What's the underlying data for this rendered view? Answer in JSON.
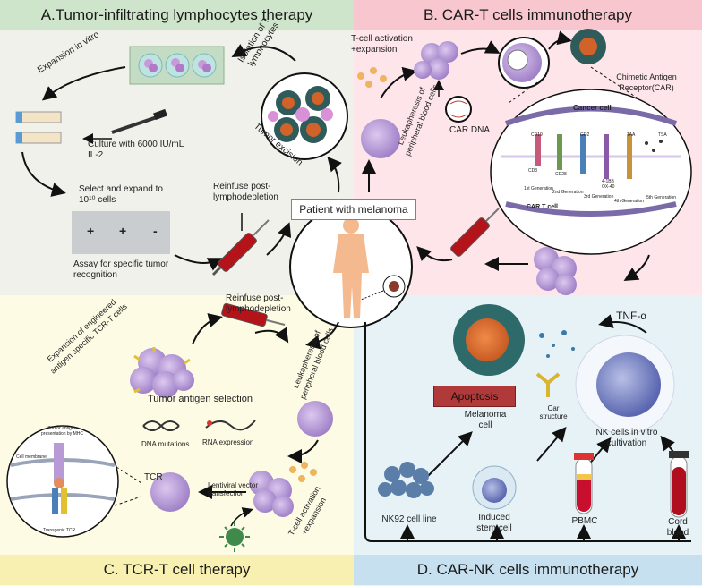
{
  "panels": {
    "a_title": "A.Tumor-infiltrating lymphocytes therapy",
    "b_title": "B. CAR-T cells immunotherapy",
    "c_title": "C. TCR-T cell therapy",
    "d_title": "D. CAR-NK cells immunotherapy"
  },
  "center": {
    "patient": "Patient with melanoma"
  },
  "a": {
    "expansion_in_vitro": "Expansion in vitro",
    "isolation": "Isolation of T-lymphocytes",
    "tumor_excision": "Tumor excision",
    "culture": "Culture with 6000 IU/mL IL-2",
    "select_expand": "Select and expand to 10¹⁰ cells",
    "assay": "Assay for specific tumor recognition",
    "reinfuse": "Reinfuse post-lymphodepletion",
    "well_signs": [
      "+",
      "+",
      "-"
    ]
  },
  "b": {
    "activation": "T-cell activation +expansion",
    "leukapheresis": "Leukapheresis of peripheral blood cells",
    "car_dna": "CAR DNA",
    "receptor": "Chimetic Antigen Receptor(CAR)",
    "cancer_cell": "Cancer cell",
    "car_t_cell": "CAR T cell",
    "antigens": [
      "CD19",
      "GD2",
      "TAA",
      "TSA"
    ],
    "domains": [
      "CD3",
      "CD28",
      "4-1BB OX-40"
    ],
    "generations": [
      "1st Generation",
      "2nd Generation",
      "3rd Generation",
      "4th Generation",
      "5th Generation"
    ]
  },
  "c": {
    "expansion": "Expansion of engineered antigen specific TCR-T cells",
    "reinfuse": "Reinfuse post-lymphodepletion",
    "tumor_antigen_selection": "Tumor antigen selection",
    "leukapheresis": "Leukapheresis of peripheral blood cells",
    "dna_mutations": "DNA mutations",
    "rna_expression": "RNA expression",
    "tcr": "TCR",
    "lentiviral": "Lentiviral vector transfection",
    "activation": "T-cell activation +expansion",
    "mhc": "Tumor antigen presentation by MHC",
    "membrane": "Cell membrane",
    "transgenic": "Transgenic TCR"
  },
  "d": {
    "tnf": "TNF-α",
    "apoptosis": "Apoptosis",
    "melanoma_cell": "Melanoma cell",
    "car_structure": "Car structure",
    "nk_cells": "NK cells in vitro cultivation",
    "sources": [
      "NK92 cell line",
      "Induced stem cell",
      "PBMC",
      "Cord blood"
    ]
  },
  "colors": {
    "panel_a": "#cfe5cb",
    "panel_b": "#f8c6cf",
    "panel_c": "#f8f0b0",
    "panel_d": "#c6e0ef",
    "cell_purple": "#b79ad6",
    "tumor_orange": "#e07b39",
    "blood_red": "#b5131a"
  }
}
